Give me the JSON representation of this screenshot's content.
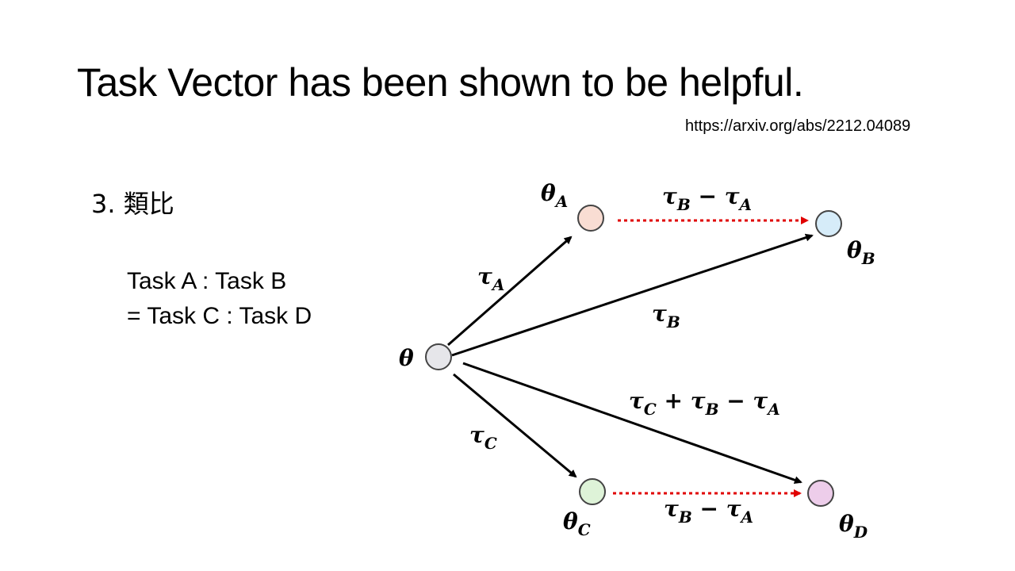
{
  "slide": {
    "title": "Task Vector has been shown to be helpful.",
    "reference": "https://arxiv.org/abs/2212.04089",
    "section": "3. 類比",
    "analogy_line1": "Task A : Task B",
    "analogy_line2": "= Task C : Task D"
  },
  "diagram": {
    "nodes": [
      {
        "id": "theta",
        "symbol": "θ",
        "sub": "",
        "fill": "#e6e6ea"
      },
      {
        "id": "theta_A",
        "symbol": "θ",
        "sub": "A",
        "fill": "#f9ddd3"
      },
      {
        "id": "theta_B",
        "symbol": "θ",
        "sub": "B",
        "fill": "#d6ecf9"
      },
      {
        "id": "theta_C",
        "symbol": "θ",
        "sub": "C",
        "fill": "#def3d8"
      },
      {
        "id": "theta_D",
        "symbol": "θ",
        "sub": "D",
        "fill": "#edcdea"
      }
    ],
    "edge_labels": {
      "tau_A": {
        "main": "τ",
        "sub": "A"
      },
      "tau_B": {
        "main": "τ",
        "sub": "B"
      },
      "tau_C": {
        "main": "τ",
        "sub": "C"
      },
      "tau_B_minus_A_top": "τB − τA",
      "tau_B_minus_A_bottom": "τB − τA",
      "tau_C_plus_B_minus_A": "τC + τB − τA"
    },
    "colors": {
      "solid_arrow": "#000000",
      "dotted_arrow": "#e00000",
      "node_stroke": "#444444"
    }
  }
}
